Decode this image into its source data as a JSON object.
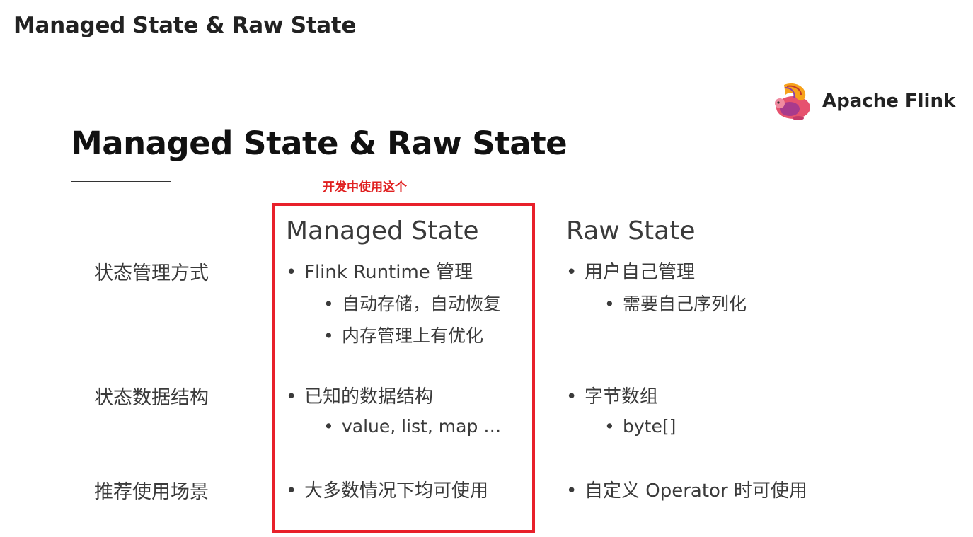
{
  "page_heading": "Managed State & Raw State",
  "logo": {
    "text": "Apache Flink",
    "icon": "flink-squirrel-logo",
    "colors": [
      "#e6526f",
      "#f7a21b",
      "#8b3fa6"
    ]
  },
  "slide": {
    "title": "Managed State & Raw State",
    "note": "开发中使用这个",
    "highlight_color": "#e8202a",
    "columns": {
      "managed": "Managed State",
      "raw": "Raw State"
    },
    "rows": [
      {
        "label": "状态管理方式",
        "managed": {
          "main": "Flink Runtime 管理",
          "subs": [
            "自动存储，自动恢复",
            "内存管理上有优化"
          ]
        },
        "raw": {
          "main": "用户自己管理",
          "subs": [
            "需要自己序列化"
          ]
        }
      },
      {
        "label": "状态数据结构",
        "managed": {
          "main": "已知的数据结构",
          "subs": [
            "value, list, map …"
          ]
        },
        "raw": {
          "main": "字节数组",
          "subs": [
            "byte[]"
          ]
        }
      },
      {
        "label": "推荐使用场景",
        "managed": {
          "main": "大多数情况下均可使用",
          "subs": []
        },
        "raw": {
          "main": "自定义 Operator 时可使用",
          "subs": []
        }
      }
    ],
    "bullet_char": "•"
  }
}
